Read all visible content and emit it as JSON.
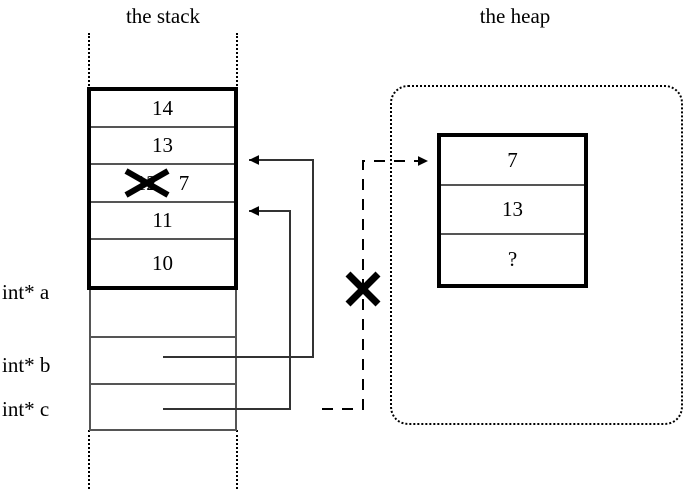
{
  "diagram": {
    "title_stack": "the stack",
    "title_heap": "the heap",
    "ink_color": "#000000",
    "thin_line_color": "#555555",
    "background": "#ffffff"
  },
  "stack": {
    "frame_cells": [
      {
        "value": "14"
      },
      {
        "value": "13"
      },
      {
        "value": "12",
        "overwritten_with": "7",
        "struck_out": true
      },
      {
        "value": "11"
      },
      {
        "value": "10"
      }
    ],
    "tail_cells": [
      {
        "value": ""
      },
      {
        "value": ""
      },
      {
        "value": ""
      }
    ],
    "variables": [
      {
        "name": "int* a"
      },
      {
        "name": "int* b"
      },
      {
        "name": "int* c"
      }
    ]
  },
  "heap": {
    "block_cells": [
      {
        "value": "7"
      },
      {
        "value": "13"
      },
      {
        "value": "?"
      }
    ]
  },
  "annotations": {
    "struck_value_mark": "x-strikethrough-mark",
    "dangling_pointer_mark": "x-invalid-mark"
  }
}
